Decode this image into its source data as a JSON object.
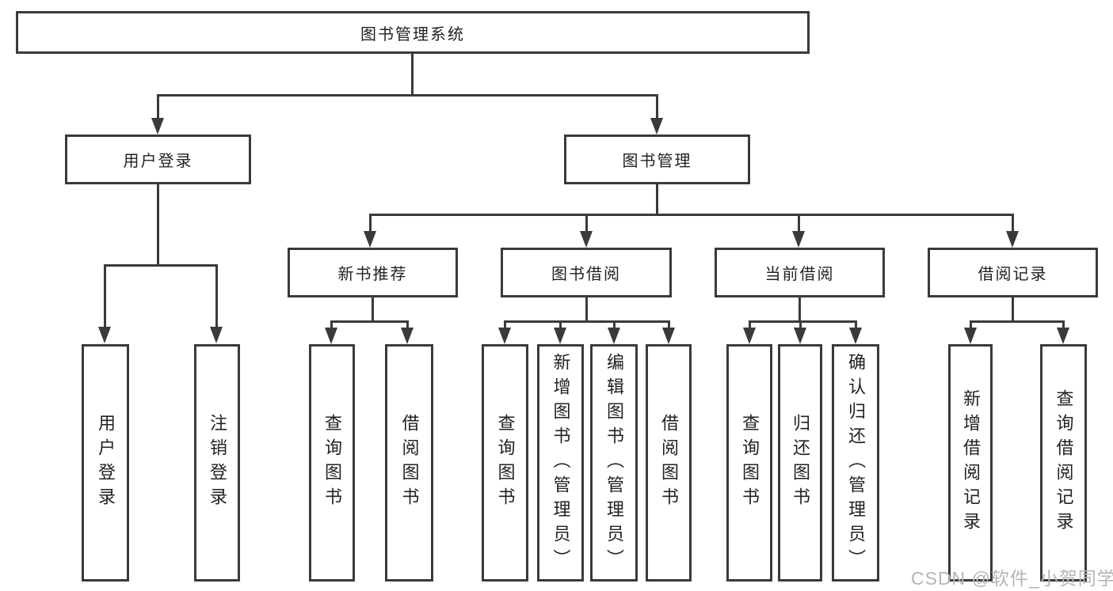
{
  "colors": {
    "line": "#3a3a3a",
    "box_border": "#3a3a3a",
    "text": "#222222",
    "background": "#ffffff",
    "watermark": "#b5b5b5"
  },
  "watermark": {
    "text": "CSDN @软件_小贺同学"
  },
  "tree": {
    "root": {
      "label": "图书管理系统"
    },
    "branches": [
      {
        "label": "用户登录",
        "children": [
          {
            "label": "用户登录"
          },
          {
            "label": "注销登录"
          }
        ]
      },
      {
        "label": "图书管理",
        "children": [
          {
            "label": "新书推荐",
            "children": [
              {
                "label": "查询图书"
              },
              {
                "label": "借阅图书"
              }
            ]
          },
          {
            "label": "图书借阅",
            "children": [
              {
                "label": "查询图书"
              },
              {
                "label": "新增图书（管理员）"
              },
              {
                "label": "编辑图书（管理员）"
              },
              {
                "label": "借阅图书"
              }
            ]
          },
          {
            "label": "当前借阅",
            "children": [
              {
                "label": "查询图书"
              },
              {
                "label": "归还图书"
              },
              {
                "label": "确认归还（管理员）"
              }
            ]
          },
          {
            "label": "借阅记录",
            "children": [
              {
                "label": "新增借阅记录"
              },
              {
                "label": "查询借阅记录"
              }
            ]
          }
        ]
      }
    ]
  }
}
